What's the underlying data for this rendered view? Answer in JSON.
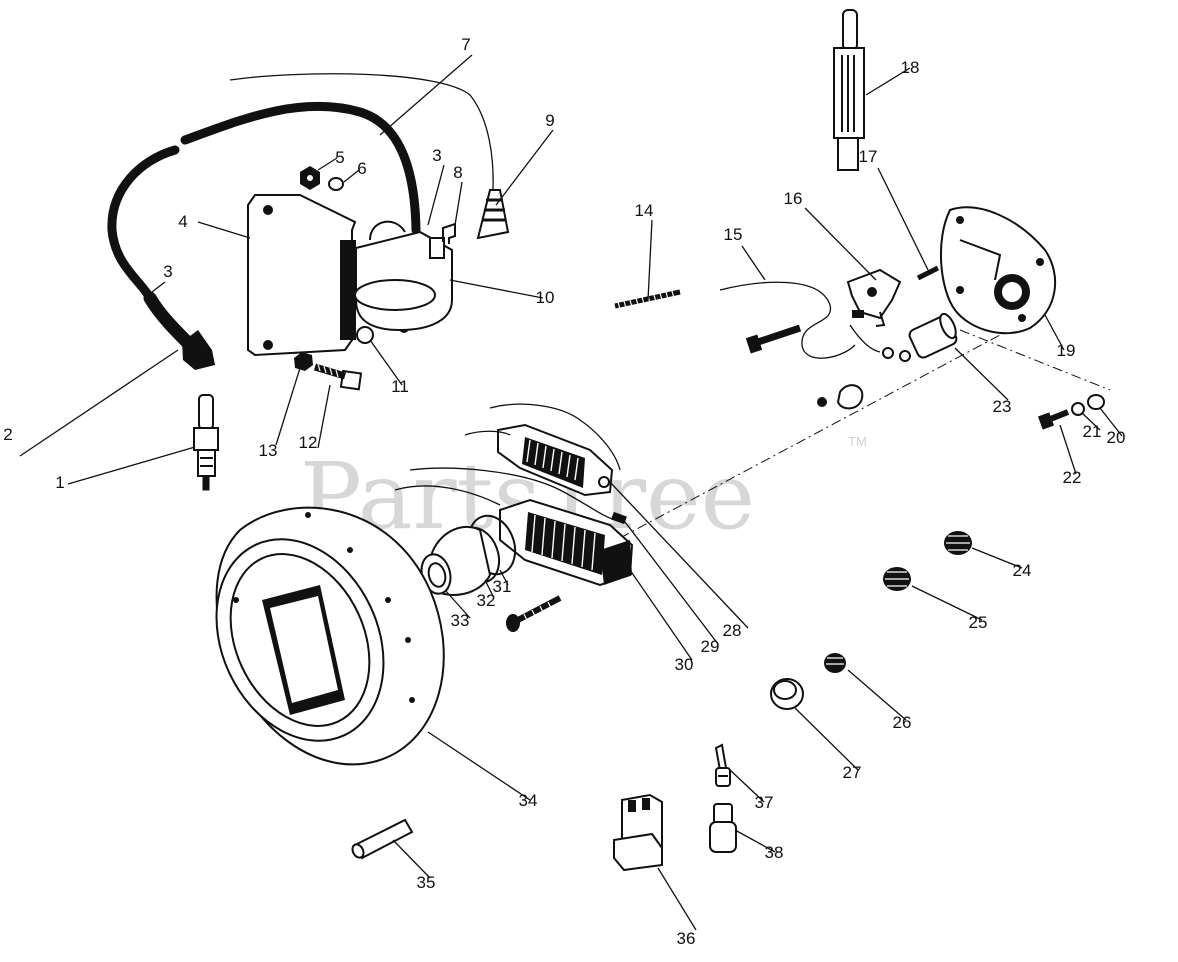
{
  "watermark": {
    "text": "PartsTree",
    "trademark": "TM"
  },
  "parts": [
    {
      "id": "p1",
      "label": "1",
      "icon": "spark-plug-icon"
    },
    {
      "id": "p2",
      "label": "2",
      "icon": "plug-boot-icon"
    },
    {
      "id": "p3a",
      "label": "3",
      "icon": "clamp-icon"
    },
    {
      "id": "p3b",
      "label": "3",
      "icon": "clamp-icon"
    },
    {
      "id": "p4",
      "label": "4",
      "icon": "mounting-plate-icon"
    },
    {
      "id": "p5",
      "label": "5",
      "icon": "nut-icon"
    },
    {
      "id": "p6",
      "label": "6",
      "icon": "washer-icon"
    },
    {
      "id": "p7",
      "label": "7",
      "icon": "high-tension-lead-icon"
    },
    {
      "id": "p8",
      "label": "8",
      "icon": "terminal-icon"
    },
    {
      "id": "p9",
      "label": "9",
      "icon": "boot-icon"
    },
    {
      "id": "p10",
      "label": "10",
      "icon": "ignition-coil-icon"
    },
    {
      "id": "p11",
      "label": "11",
      "icon": "screw-icon"
    },
    {
      "id": "p12",
      "label": "12",
      "icon": "bolt-icon"
    },
    {
      "id": "p13",
      "label": "13",
      "icon": "nut-icon"
    },
    {
      "id": "p14",
      "label": "14",
      "icon": "spring-icon"
    },
    {
      "id": "p15",
      "label": "15",
      "icon": "wire-icon"
    },
    {
      "id": "p16",
      "label": "16",
      "icon": "breaker-points-icon"
    },
    {
      "id": "p17",
      "label": "17",
      "icon": "spring-icon"
    },
    {
      "id": "p18",
      "label": "18",
      "icon": "shaft-icon"
    },
    {
      "id": "p19",
      "label": "19",
      "icon": "breaker-plate-icon"
    },
    {
      "id": "p20",
      "label": "20",
      "icon": "washer-icon"
    },
    {
      "id": "p21",
      "label": "21",
      "icon": "lock-washer-icon"
    },
    {
      "id": "p22",
      "label": "22",
      "icon": "screw-icon"
    },
    {
      "id": "p23",
      "label": "23",
      "icon": "condenser-icon"
    },
    {
      "id": "p24",
      "label": "24",
      "icon": "grommet-icon"
    },
    {
      "id": "p25",
      "label": "25",
      "icon": "grommet-icon"
    },
    {
      "id": "p26",
      "label": "26",
      "icon": "grommet-icon"
    },
    {
      "id": "p27",
      "label": "27",
      "icon": "cap-icon"
    },
    {
      "id": "p28",
      "label": "28",
      "icon": "lighting-coil-icon"
    },
    {
      "id": "p29",
      "label": "29",
      "icon": "wire-icon"
    },
    {
      "id": "p30",
      "label": "30",
      "icon": "charging-coil-icon"
    },
    {
      "id": "p31",
      "label": "31",
      "icon": "ring-icon"
    },
    {
      "id": "p32",
      "label": "32",
      "icon": "ring-icon"
    },
    {
      "id": "p33",
      "label": "33",
      "icon": "sleeve-icon"
    },
    {
      "id": "p34",
      "label": "34",
      "icon": "flywheel-icon"
    },
    {
      "id": "p35",
      "label": "35",
      "icon": "pin-icon"
    },
    {
      "id": "p36",
      "label": "36",
      "icon": "connector-icon"
    },
    {
      "id": "p37",
      "label": "37",
      "icon": "terminal-icon"
    },
    {
      "id": "p38",
      "label": "38",
      "icon": "insulator-icon"
    }
  ]
}
